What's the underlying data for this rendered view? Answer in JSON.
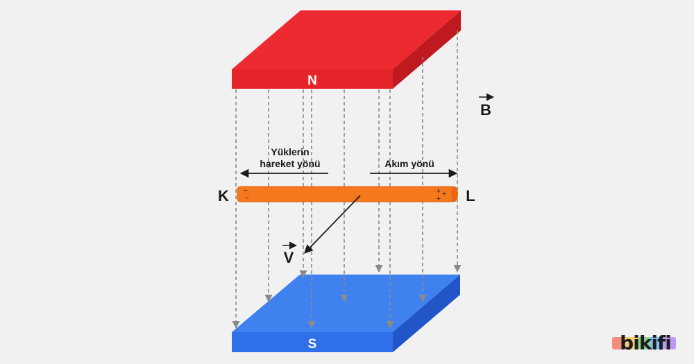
{
  "labels": {
    "north": "N",
    "south": "S",
    "b_field": "B",
    "velocity": "V",
    "end_left": "K",
    "end_right": "L",
    "charge_motion_line1": "Yüklerin",
    "charge_motion_line2": "hareket yönü",
    "current_direction": "Akım yönü",
    "negative_sign": "−",
    "positive_sign": "+"
  },
  "logo": {
    "text": "bikifi",
    "bar_colors": [
      "#f47c6a",
      "#f6c65b",
      "#7fd37a",
      "#6ab8f2",
      "#b58af2"
    ]
  },
  "colors": {
    "background": "#f1f1f2",
    "north_top": "#ee2a31",
    "north_front": "#e6252b",
    "north_side": "#bf1a20",
    "south_top": "#3f82ef",
    "south_front": "#2f6fe8",
    "south_side": "#2255c7",
    "wire": "#f5781c",
    "field_lines": "#8a8a8a"
  },
  "icons": [
    "b-field-vector-arrow",
    "velocity-vector-arrow",
    "dashed-field-line-arrows"
  ]
}
